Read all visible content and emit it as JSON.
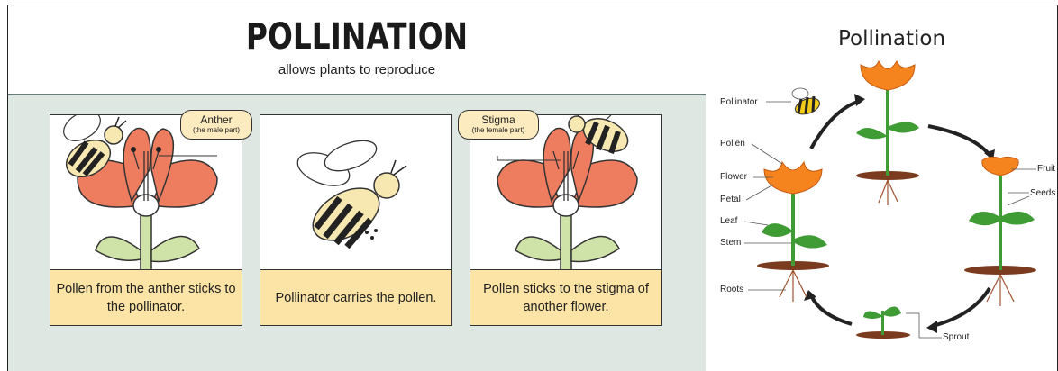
{
  "left": {
    "title": "POLLINATION",
    "subtitle": "allows plants to reproduce",
    "panels": [
      {
        "caption": "Pollen from the anther sticks to the pollinator."
      },
      {
        "caption": "Pollinator carries the pollen."
      },
      {
        "caption": "Pollen sticks to the stigma of another flower."
      }
    ],
    "anther": {
      "title": "Anther",
      "sub": "(the male part)"
    },
    "stigma": {
      "title": "Stigma",
      "sub": "(the female part)"
    },
    "colors": {
      "petal": "#ee7d60",
      "caption_bg": "#fce3a6",
      "panel_bg": "#dfe7e3",
      "stem": "#cfe3a8"
    }
  },
  "right": {
    "title": "Pollination",
    "labels": {
      "pollinator": "Pollinator",
      "pollen": "Pollen",
      "flower": "Flower",
      "petal": "Petal",
      "leaf": "Leaf",
      "stem": "Stem",
      "roots": "Roots",
      "fruit": "Fruit",
      "seeds": "Seeds",
      "sprout": "Sprout"
    },
    "colors": {
      "flower": "#f5841f",
      "leaf": "#3f9b34",
      "soil": "#7a3b1e"
    }
  }
}
